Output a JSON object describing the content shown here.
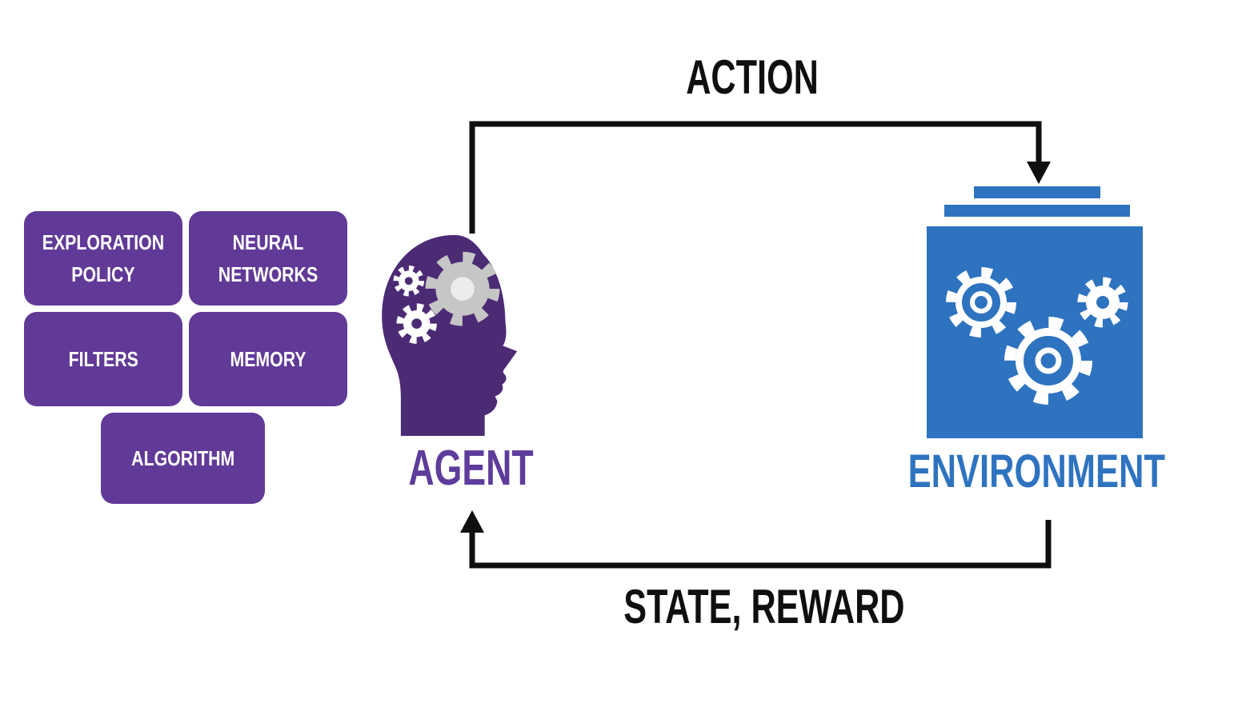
{
  "diagram": {
    "concepts": {
      "items": [
        {
          "label": "EXPLORATION POLICY"
        },
        {
          "label": "NEURAL NETWORKS"
        },
        {
          "label": "FILTERS"
        },
        {
          "label": "MEMORY"
        },
        {
          "label": "ALGORITHM"
        }
      ]
    },
    "agent": {
      "label": "AGENT"
    },
    "environment": {
      "label": "ENVIRONMENT"
    },
    "flows": {
      "action": {
        "label": "ACTION"
      },
      "state_reward": {
        "label": "STATE, REWARD"
      }
    },
    "colors": {
      "concept_box_purple": "#613a97",
      "agent_head_purple": "#4c2b75",
      "agent_label_purple": "#5e3c9b",
      "environment_blue": "#2e73c0",
      "arrow_black": "#0f0f0f",
      "gear_gray": "#c6c6c6",
      "gear_white": "#ffffff"
    }
  }
}
